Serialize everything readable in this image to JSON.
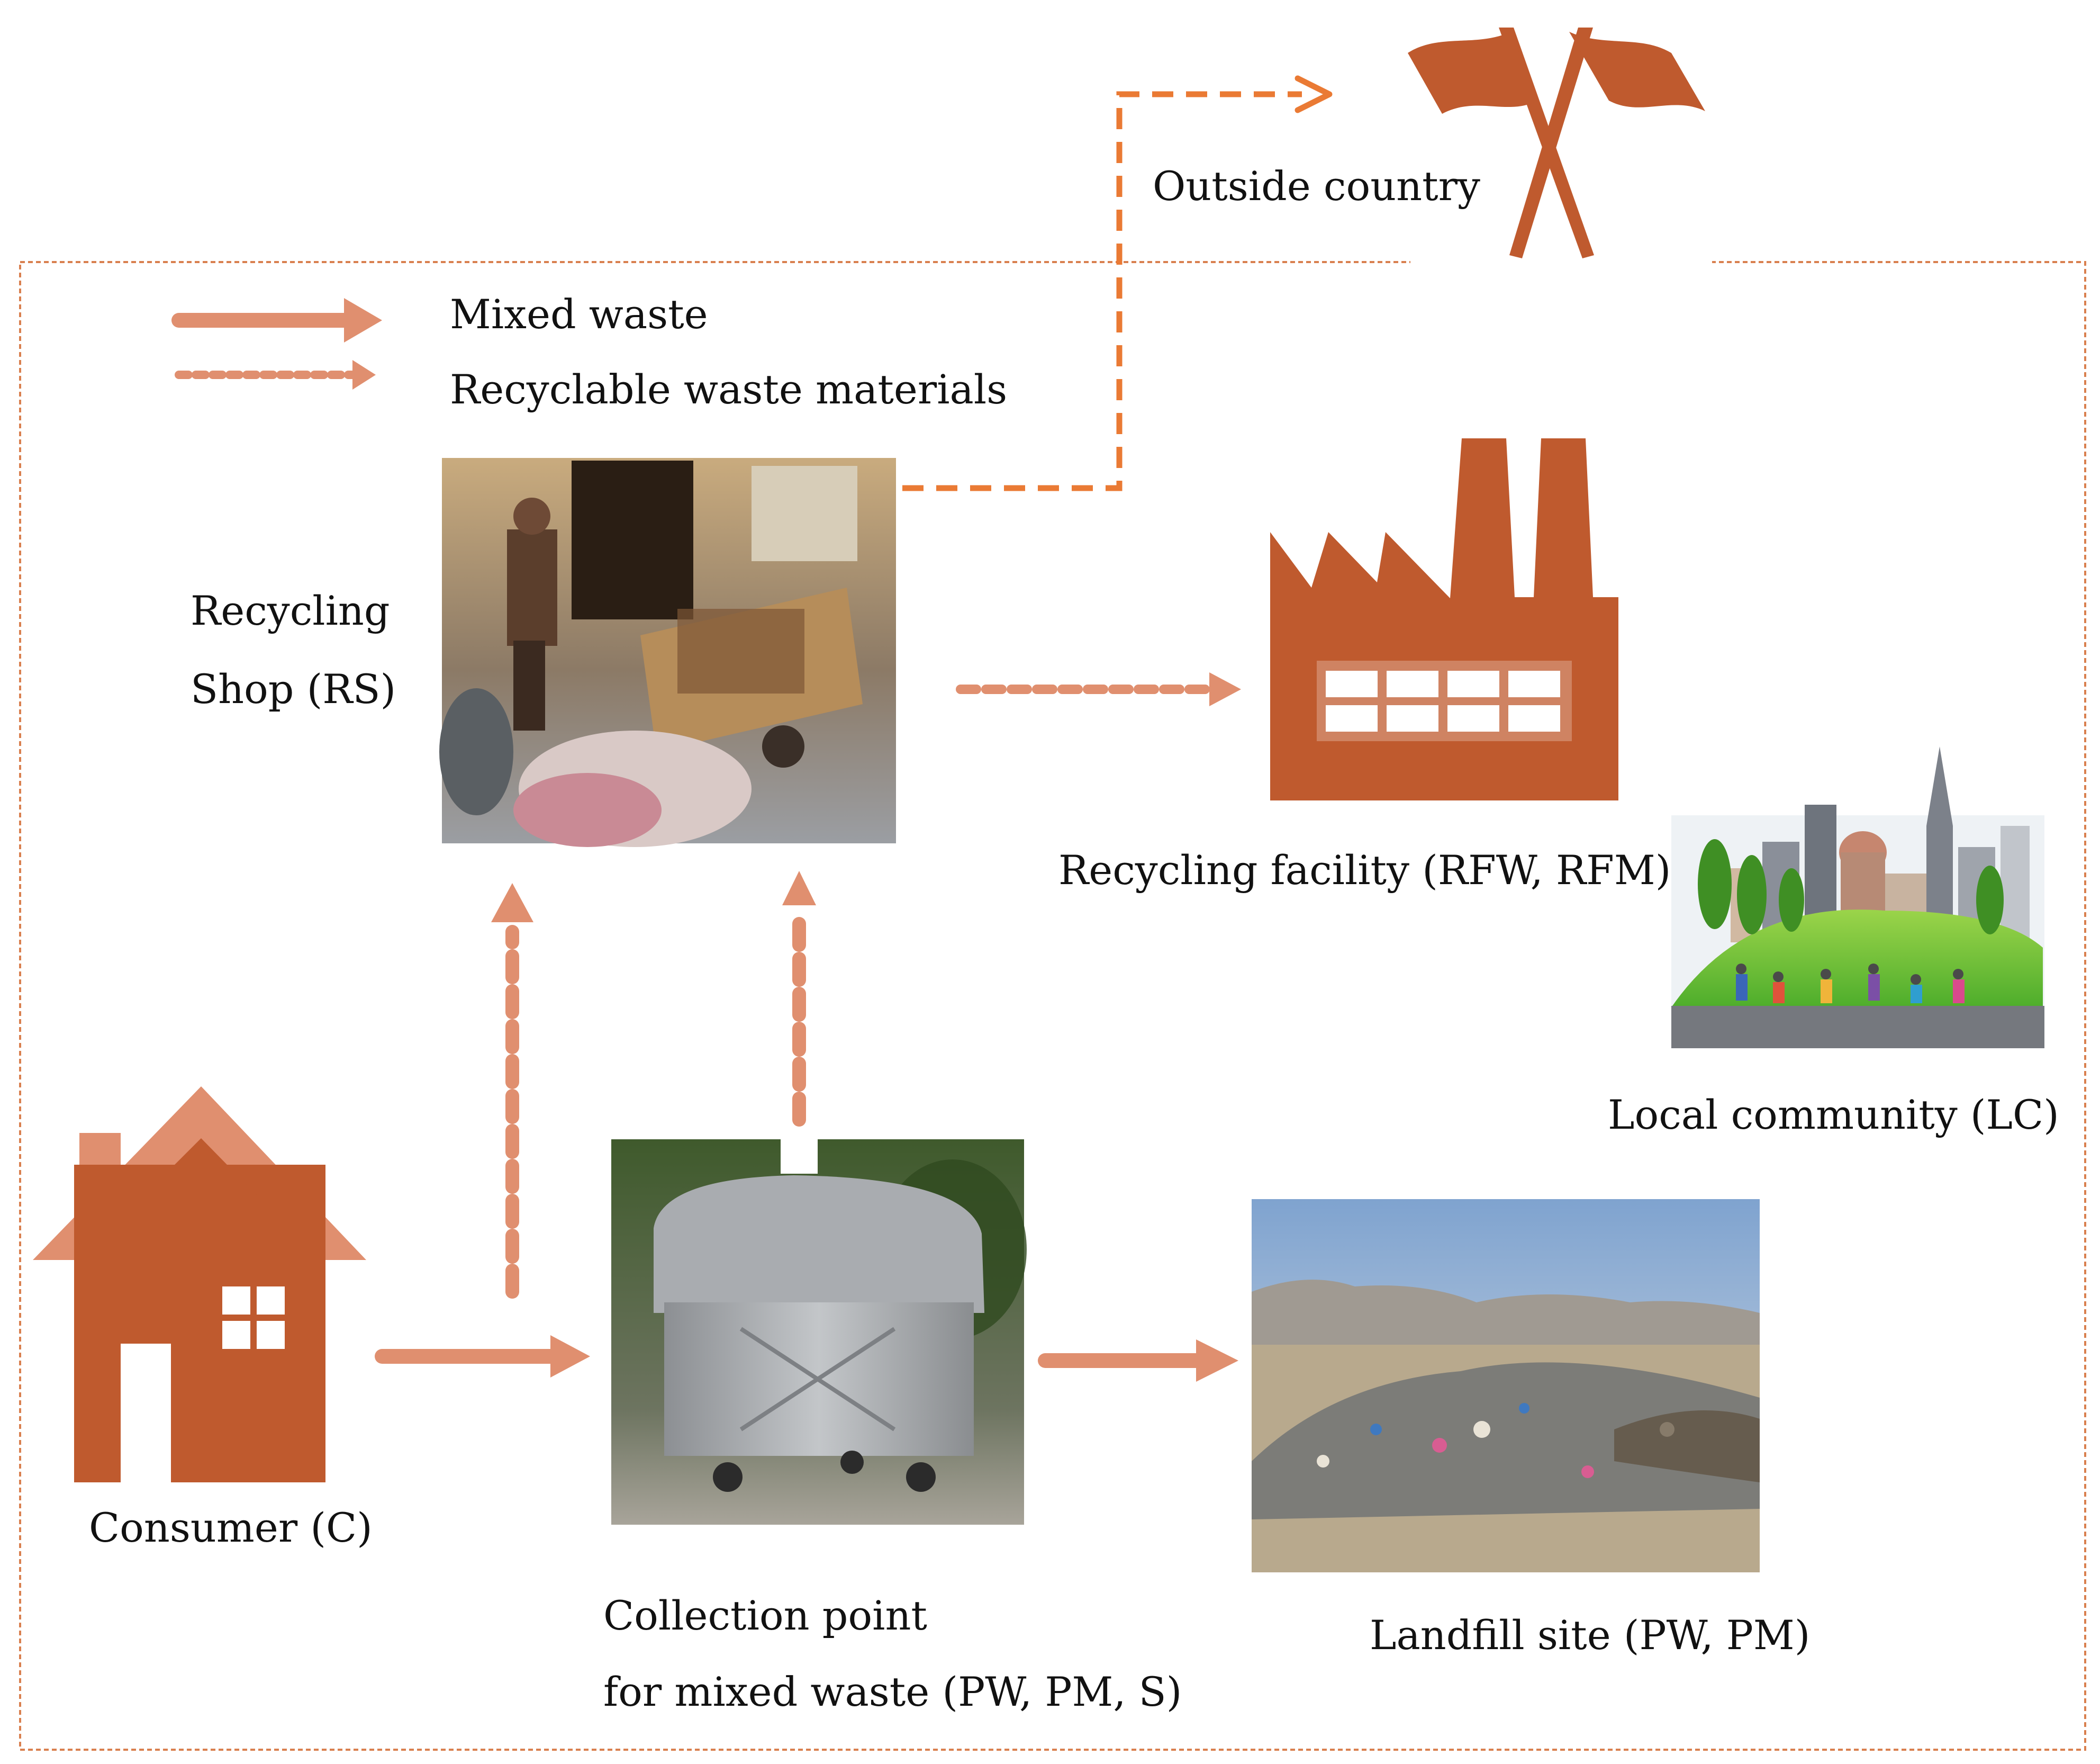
{
  "colors": {
    "accent": "#bf5a2e",
    "mixed_arrow": "#e08f6f",
    "recyclable_arrow": "#e08f6f",
    "export_arrow": "#ea7a34",
    "boundary": "#d9804f",
    "house_roof": "#e08f6f"
  },
  "legend": {
    "mixed": "Mixed waste",
    "recyclable": "Recyclable waste materials"
  },
  "nodes": {
    "outside": "Outside country",
    "rs_line1": "Recycling",
    "rs_line2": "Shop (RS)",
    "facility": "Recycling facility (RFW, RFM)",
    "community": "Local community (LC)",
    "consumer": "Consumer (C)",
    "cp_line1": "Collection point",
    "cp_line2": "for mixed waste (PW, PM, S)",
    "landfill": "Landfill site (PW, PM)"
  },
  "icons": {
    "flags": "crossed-flags-icon",
    "factory": "factory-icon",
    "house": "house-icon",
    "city": "city-park-illustration",
    "shop_photo": "recycling-shop-photo",
    "bin_photo": "waste-container-photo",
    "landfill_photo": "landfill-photo"
  }
}
